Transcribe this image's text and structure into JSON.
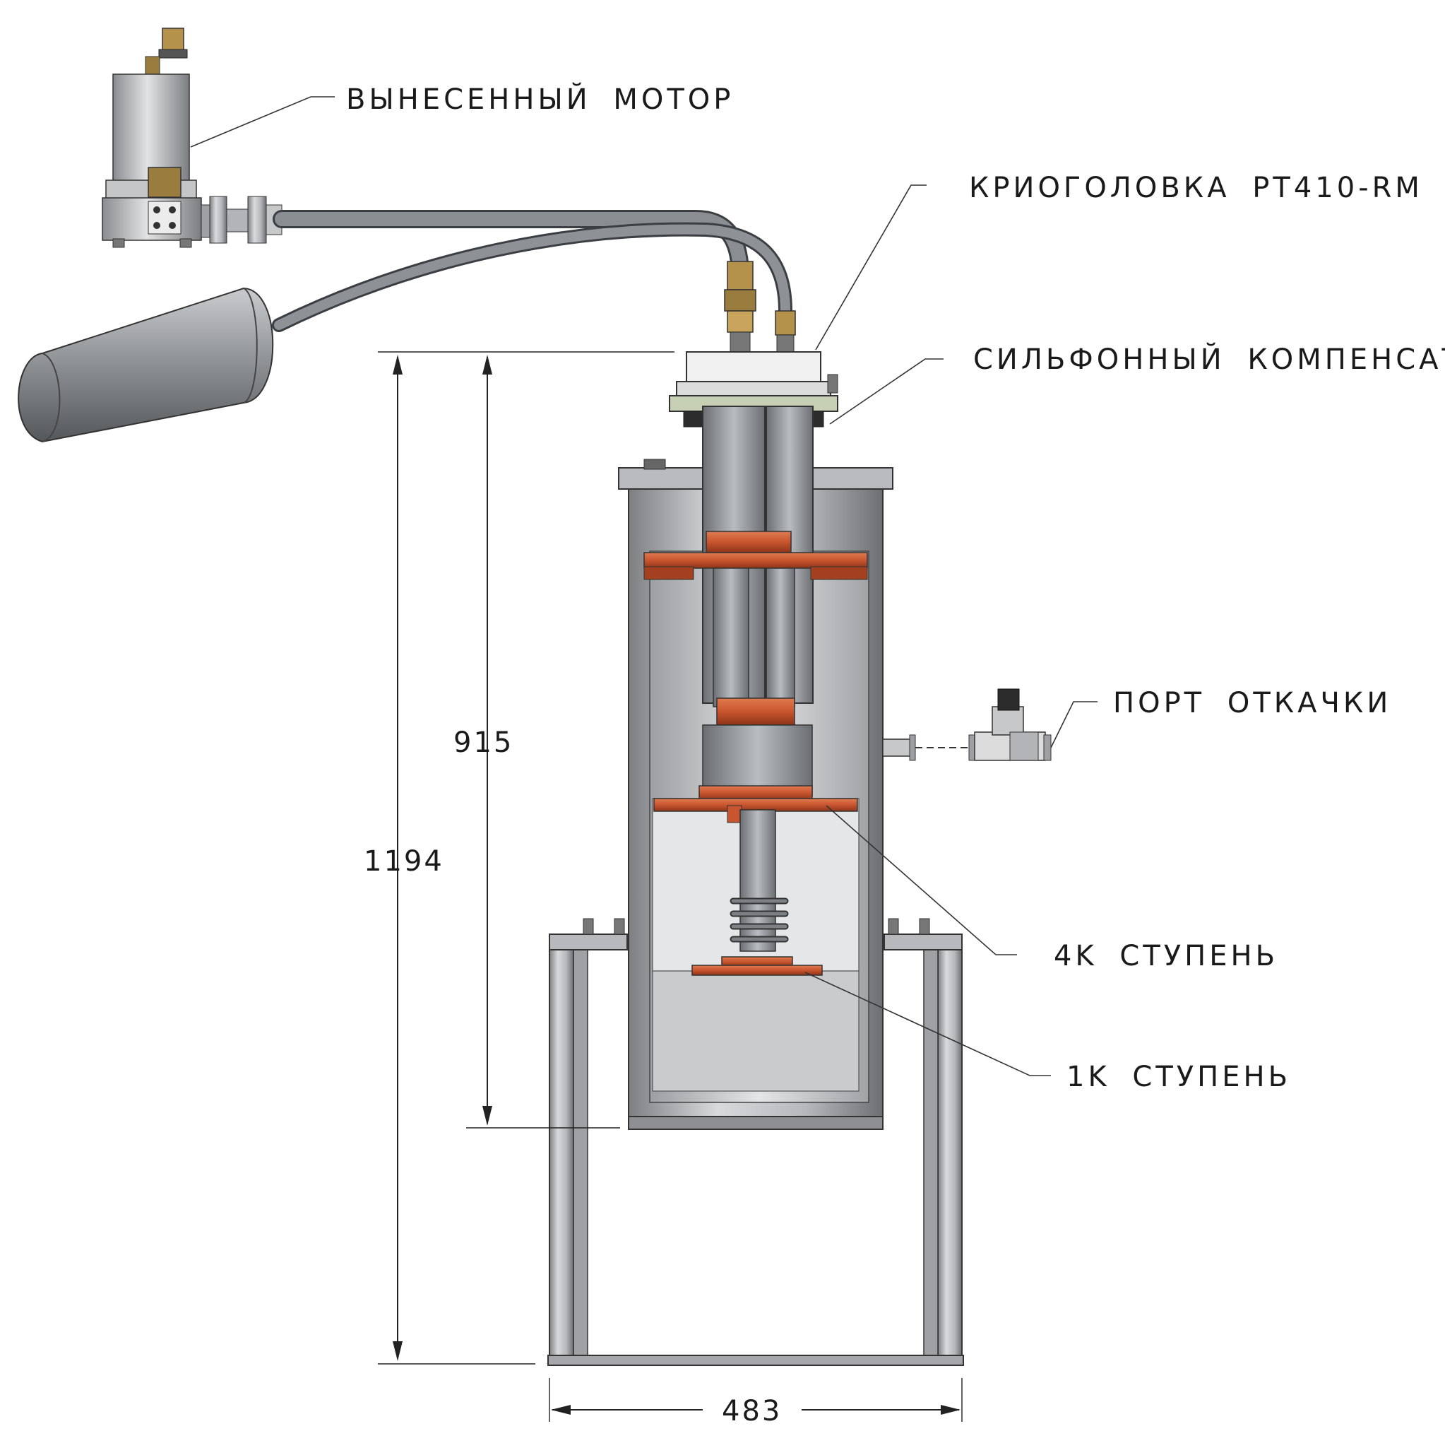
{
  "labels": {
    "motor": "ВЫНЕСЕННЫЙ МОТОР",
    "cryohead": "КРИОГОЛОВКА PT410-RM",
    "bellows": "СИЛЬФОННЫЙ КОМПЕНСАТОР",
    "pump_port": "ПОРТ ОТКАЧКИ",
    "stage_4k": "4K СТУПЕНЬ",
    "stage_1k": "1K СТУПЕНЬ"
  },
  "dimensions": {
    "total_height": "1194",
    "vessel_height": "915",
    "frame_width": "483"
  },
  "colors": {
    "steel": "#a9abad",
    "steel_light": "#d4d6d8",
    "steel_dark": "#6f7174",
    "copper": "#c8552f",
    "hose": "#7d8085",
    "brass": "#b5924c"
  }
}
